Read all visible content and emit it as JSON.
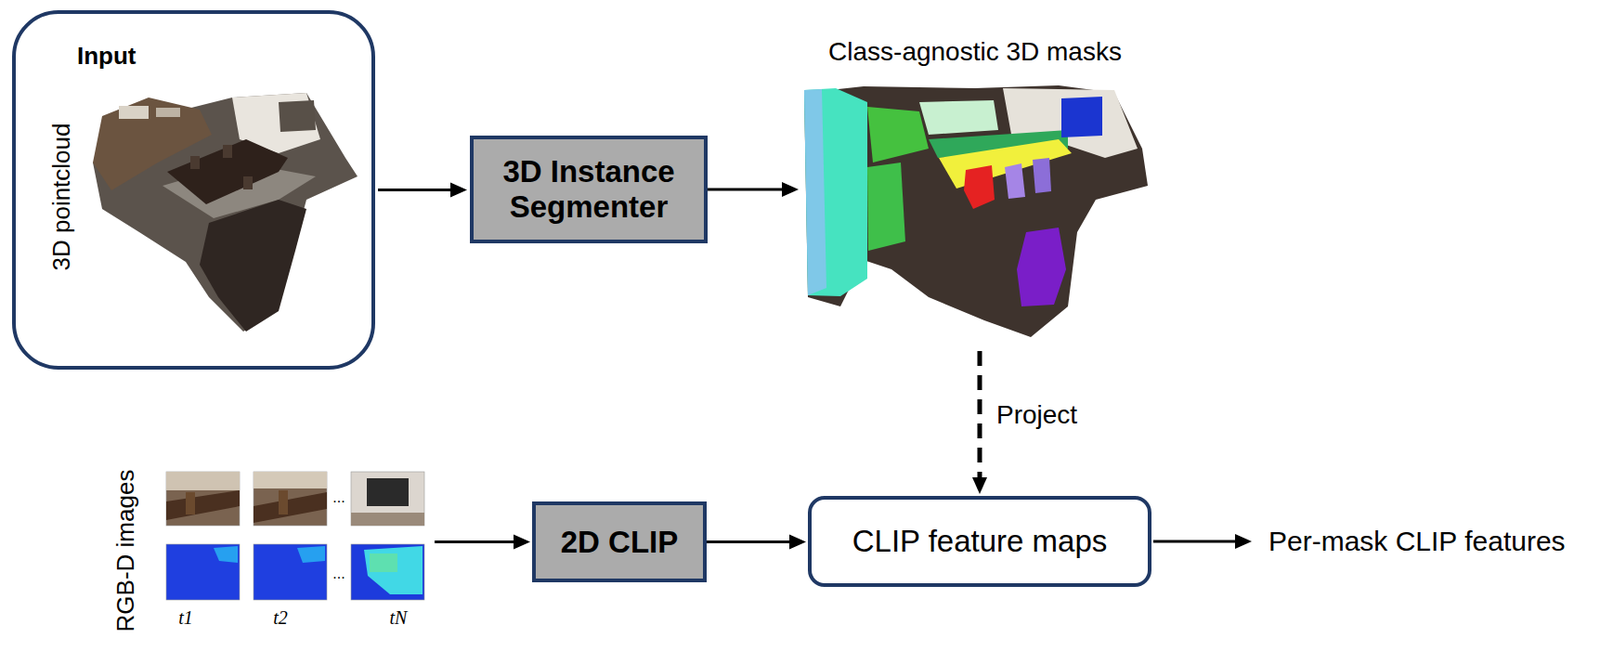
{
  "diagram": {
    "nodes": [
      {
        "text": [
          "Input",
          "3D pointcloud"
        ]
      },
      {
        "text": [
          "3D Instance Segmenter"
        ]
      },
      {
        "text": [
          "Class-agnostic 3D masks"
        ]
      },
      {
        "text": [
          "RGB-D images"
        ]
      },
      {
        "text": [
          "2D CLIP"
        ]
      },
      {
        "text": [
          "CLIP feature maps"
        ]
      },
      {
        "text": [
          "Per-mask CLIP features"
        ]
      }
    ],
    "edges": [
      {
        "from": 0,
        "to": 1,
        "arrow": "to"
      },
      {
        "from": 1,
        "to": 2,
        "arrow": "to"
      },
      {
        "from": 2,
        "to": 5,
        "label": "Project",
        "arrow": "to"
      },
      {
        "from": 3,
        "to": 4,
        "arrow": "to"
      },
      {
        "from": 4,
        "to": 5,
        "arrow": "to"
      },
      {
        "from": 5,
        "to": 6,
        "arrow": "to"
      }
    ],
    "labels": [
      "...",
      "...",
      "t1",
      "t2",
      "tN"
    ]
  }
}
